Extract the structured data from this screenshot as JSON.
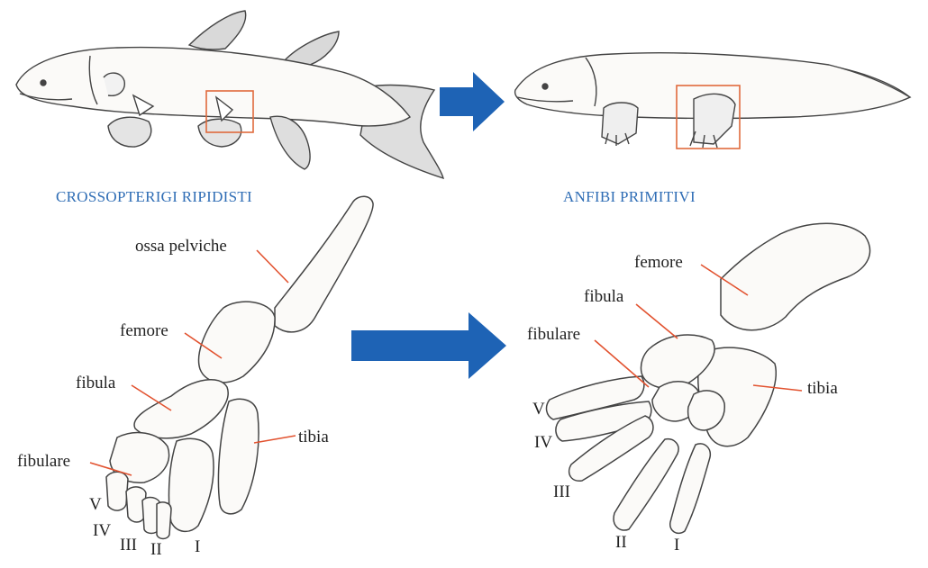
{
  "colors": {
    "accent_blue": "#1e63b5",
    "caption_blue": "#2f6db5",
    "highlight_box": "#e06a3c",
    "leader_line": "#e2522f",
    "outline": "#444444",
    "bone_fill": "#fbfaf8",
    "fin_fill": "#dcdcdc"
  },
  "captions": {
    "left": "CROSSOPTERIGI RIPIDISTI",
    "right": "ANFIBI PRIMITIVI"
  },
  "left_limb": {
    "ossa_pelviche": "ossa pelviche",
    "femore": "femore",
    "fibula": "fibula",
    "tibia": "tibia",
    "fibulare": "fibulare",
    "digits": [
      "V",
      "IV",
      "III",
      "II",
      "I"
    ]
  },
  "right_limb": {
    "femore": "femore",
    "fibula": "fibula",
    "fibulare": "fibulare",
    "tibia": "tibia",
    "digits": [
      "V",
      "IV",
      "III",
      "II",
      "I"
    ]
  },
  "icons": [
    "fish-illustration",
    "amphibian-illustration",
    "arrow-right-icon"
  ]
}
